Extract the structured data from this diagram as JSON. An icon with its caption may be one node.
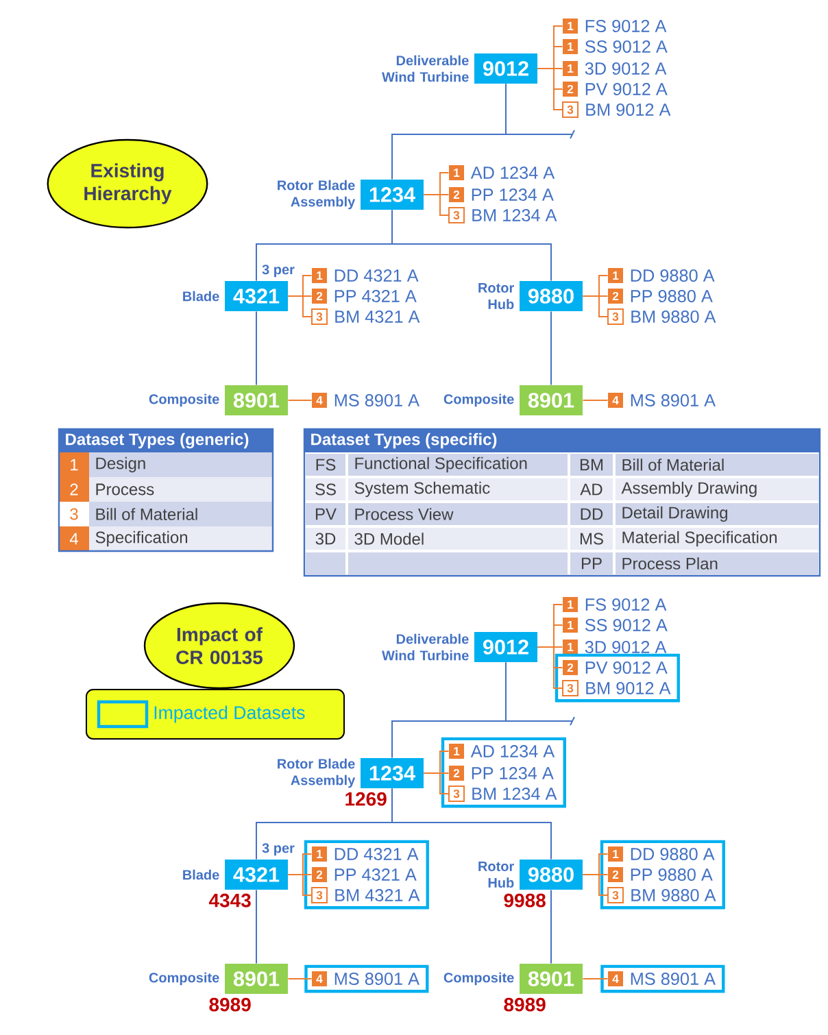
{
  "diagram": {
    "nodes": [
      {
        "text": [
          "Existing Hierarchy"
        ]
      },
      {
        "text": [
          "9012"
        ],
        "beside": [
          "Deliverable Wind Turbine"
        ]
      },
      {
        "text": [
          "1"
        ],
        "beside": [
          "FS 9012 A"
        ]
      },
      {
        "text": [
          "1"
        ],
        "beside": [
          "SS 9012 A"
        ]
      },
      {
        "text": [
          "1"
        ],
        "beside": [
          "3D 9012 A"
        ]
      },
      {
        "text": [
          "2"
        ],
        "beside": [
          "PV 9012 A"
        ]
      },
      {
        "text": [
          "3"
        ],
        "beside": [
          "BM 9012 A"
        ]
      },
      {
        "text": [
          "1234"
        ],
        "beside": [
          "Rotor Blade Assembly"
        ]
      },
      {
        "text": [
          "1"
        ],
        "beside": [
          "AD 1234 A"
        ]
      },
      {
        "text": [
          "2"
        ],
        "beside": [
          "PP 1234 A"
        ]
      },
      {
        "text": [
          "3"
        ],
        "beside": [
          "BM 1234 A"
        ]
      },
      {
        "text": [
          "4321"
        ],
        "beside": [
          "Blade",
          "3 per"
        ]
      },
      {
        "text": [
          "1"
        ],
        "beside": [
          "DD 4321 A"
        ]
      },
      {
        "text": [
          "2"
        ],
        "beside": [
          "PP 4321 A"
        ]
      },
      {
        "text": [
          "3"
        ],
        "beside": [
          "BM 4321 A"
        ]
      },
      {
        "text": [
          "9880"
        ],
        "beside": [
          "Rotor Hub"
        ]
      },
      {
        "text": [
          "1"
        ],
        "beside": [
          "DD 9880 A"
        ]
      },
      {
        "text": [
          "2"
        ],
        "beside": [
          "PP 9880 A"
        ]
      },
      {
        "text": [
          "3"
        ],
        "beside": [
          "BM 9880 A"
        ]
      },
      {
        "text": [
          "8901"
        ],
        "beside": [
          "Composite"
        ]
      },
      {
        "text": [
          "4"
        ],
        "beside": [
          "MS 8901 A"
        ]
      },
      {
        "text": [
          "8901"
        ],
        "beside": [
          "Composite"
        ]
      },
      {
        "text": [
          "4"
        ],
        "beside": [
          "MS 8901 A"
        ]
      },
      {
        "text": [
          "Impact of CR 00135"
        ]
      },
      {
        "text": [
          "9012"
        ],
        "beside": [
          "Deliverable Wind Turbine"
        ]
      },
      {
        "text": [
          "1"
        ],
        "beside": [
          "FS 9012 A"
        ]
      },
      {
        "text": [
          "1"
        ],
        "beside": [
          "SS 9012 A"
        ]
      },
      {
        "text": [
          "1"
        ],
        "beside": [
          "3D 9012 A"
        ]
      },
      {
        "text": [],
        "shape": "box"
      },
      {
        "text": [
          "2"
        ],
        "beside": [
          "PV 9012 A"
        ],
        "in": 28
      },
      {
        "text": [
          "3"
        ],
        "beside": [
          "BM 9012 A"
        ],
        "in": 28
      },
      {
        "text": [
          "1234"
        ],
        "beside": [
          "Rotor Blade Assembly",
          "1269"
        ]
      },
      {
        "text": [],
        "shape": "box"
      },
      {
        "text": [
          "1"
        ],
        "beside": [
          "AD 1234 A"
        ],
        "in": 32
      },
      {
        "text": [
          "2"
        ],
        "beside": [
          "PP 1234 A"
        ],
        "in": 32
      },
      {
        "text": [
          "3"
        ],
        "beside": [
          "BM 1234 A"
        ],
        "in": 32
      },
      {
        "text": [
          "4321"
        ],
        "beside": [
          "Blade",
          "3 per",
          "4343"
        ]
      },
      {
        "text": [],
        "shape": "box"
      },
      {
        "text": [
          "1"
        ],
        "beside": [
          "DD 4321 A"
        ],
        "in": 37
      },
      {
        "text": [
          "2"
        ],
        "beside": [
          "PP 4321 A"
        ],
        "in": 37
      },
      {
        "text": [
          "3"
        ],
        "beside": [
          "BM 4321 A"
        ],
        "in": 37
      },
      {
        "text": [
          "9880"
        ],
        "beside": [
          "Rotor Hub",
          "9988"
        ]
      },
      {
        "text": [],
        "shape": "box"
      },
      {
        "text": [
          "1"
        ],
        "beside": [
          "DD 9880 A"
        ],
        "in": 42
      },
      {
        "text": [
          "2"
        ],
        "beside": [
          "PP 9880 A"
        ],
        "in": 42
      },
      {
        "text": [
          "3"
        ],
        "beside": [
          "BM 9880 A"
        ],
        "in": 42
      },
      {
        "text": [
          "8901"
        ],
        "beside": [
          "Composite",
          "8989"
        ]
      },
      {
        "text": [],
        "shape": "box"
      },
      {
        "text": [
          "4"
        ],
        "beside": [
          "MS 8901 A"
        ],
        "in": 47
      },
      {
        "text": [
          "8901"
        ],
        "beside": [
          "Composite",
          "8989"
        ]
      },
      {
        "text": [],
        "shape": "box"
      },
      {
        "text": [
          "4"
        ],
        "beside": [
          "MS 8901 A"
        ],
        "in": 50
      }
    ],
    "edges": [
      {
        "from": 1,
        "to": 2,
        "arrow": "none"
      },
      {
        "from": 1,
        "to": 3,
        "arrow": "none"
      },
      {
        "from": 1,
        "to": 4,
        "arrow": "none"
      },
      {
        "from": 1,
        "to": 5,
        "arrow": "none"
      },
      {
        "from": 1,
        "to": 6,
        "arrow": "none"
      },
      {
        "from": 1,
        "to": 7,
        "arrow": "none",
        "color": "#4472c4"
      },
      {
        "from": 1,
        "to": null,
        "arrow": "none",
        "color": "#4472c4"
      },
      {
        "from": 7,
        "to": 8,
        "arrow": "none"
      },
      {
        "from": 7,
        "to": 9,
        "arrow": "none"
      },
      {
        "from": 7,
        "to": 10,
        "arrow": "none"
      },
      {
        "from": 7,
        "to": 11,
        "arrow": "none",
        "color": "#4472c4"
      },
      {
        "from": 7,
        "to": 15,
        "arrow": "none",
        "color": "#4472c4"
      },
      {
        "from": 11,
        "to": 12,
        "arrow": "none"
      },
      {
        "from": 11,
        "to": 13,
        "arrow": "none"
      },
      {
        "from": 11,
        "to": 14,
        "arrow": "none"
      },
      {
        "from": 15,
        "to": 16,
        "arrow": "none"
      },
      {
        "from": 15,
        "to": 17,
        "arrow": "none"
      },
      {
        "from": 15,
        "to": 18,
        "arrow": "none"
      },
      {
        "from": 11,
        "to": 19,
        "arrow": "none",
        "color": "#4472c4"
      },
      {
        "from": 15,
        "to": 21,
        "arrow": "none",
        "color": "#4472c4"
      },
      {
        "from": 19,
        "to": 20,
        "arrow": "none"
      },
      {
        "from": 21,
        "to": 22,
        "arrow": "none"
      },
      {
        "from": 24,
        "to": 25,
        "arrow": "none"
      },
      {
        "from": 24,
        "to": 26,
        "arrow": "none"
      },
      {
        "from": 24,
        "to": 27,
        "arrow": "none"
      },
      {
        "from": 24,
        "to": 29,
        "arrow": "none"
      },
      {
        "from": 24,
        "to": 30,
        "arrow": "none"
      },
      {
        "from": 24,
        "to": 31,
        "arrow": "none",
        "color": "#4472c4"
      },
      {
        "from": 24,
        "to": null,
        "arrow": "none",
        "color": "#4472c4"
      },
      {
        "from": 31,
        "to": 33,
        "arrow": "none"
      },
      {
        "from": 31,
        "to": 34,
        "arrow": "none"
      },
      {
        "from": 31,
        "to": 35,
        "arrow": "none"
      },
      {
        "from": 31,
        "to": 36,
        "arrow": "none",
        "color": "#4472c4"
      },
      {
        "from": 31,
        "to": 41,
        "arrow": "none",
        "color": "#4472c4"
      },
      {
        "from": 36,
        "to": 38,
        "arrow": "none"
      },
      {
        "from": 36,
        "to": 39,
        "arrow": "none"
      },
      {
        "from": 36,
        "to": 40,
        "arrow": "none"
      },
      {
        "from": 41,
        "to": 43,
        "arrow": "none"
      },
      {
        "from": 41,
        "to": 44,
        "arrow": "none"
      },
      {
        "from": 41,
        "to": 45,
        "arrow": "none"
      },
      {
        "from": 36,
        "to": 46,
        "arrow": "none",
        "color": "#4472c4"
      },
      {
        "from": 41,
        "to": 49,
        "arrow": "none",
        "color": "#4472c4"
      },
      {
        "from": 46,
        "to": 48,
        "arrow": "none"
      },
      {
        "from": 49,
        "to": 51,
        "arrow": "none"
      }
    ],
    "labels": [
      "Dataset Types (generic)",
      "1",
      "Design",
      "2",
      "Process",
      "3",
      "Bill of Material",
      "4",
      "Specification",
      "Dataset Types (specific)",
      "FS",
      "Functional Specification",
      "BM",
      "Bill of Material",
      "SS",
      "System Schematic",
      "AD",
      "Assembly Drawing",
      "PV",
      "Process View",
      "DD",
      "Detail Drawing",
      "3D",
      "3D Model",
      "MS",
      "Material Specification",
      "PP",
      "Process Plan"
    ],
    "legend": [
      {
        "text": "Impacted Datasets"
      }
    ]
  }
}
